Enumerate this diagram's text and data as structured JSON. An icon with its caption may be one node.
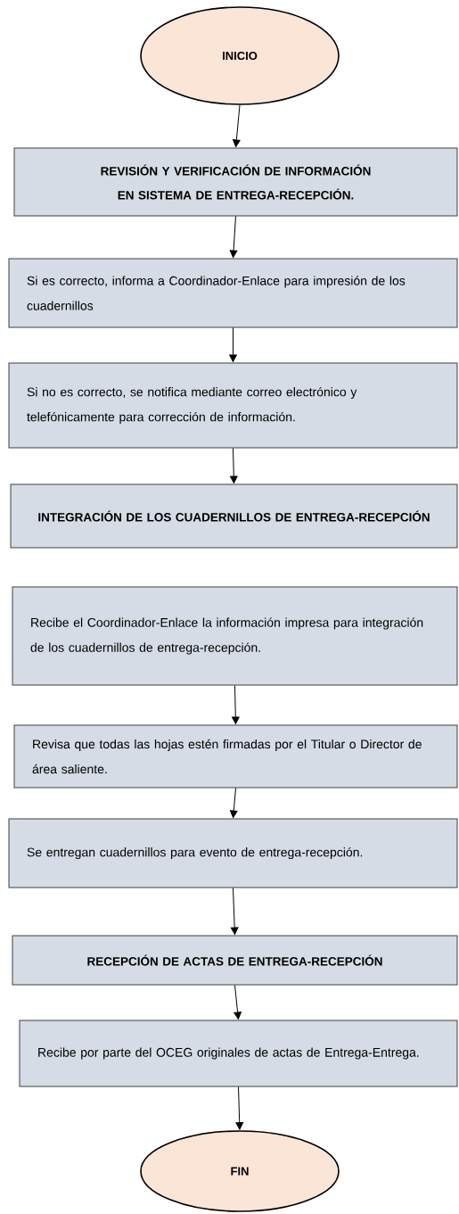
{
  "diagram": {
    "nodes": [
      {
        "text": [
          "INICIO"
        ]
      },
      {
        "text": [
          "REVISIÓN Y VERIFICACIÓN DE INFORMACIÓN EN SISTEMA DE ENTREGA-RECEPCIÓN."
        ]
      },
      {
        "text": [
          "Si es correcto, informa a Coordinador-Enlace para impresión de los cuadernillos"
        ]
      },
      {
        "text": [
          "Si no es correcto, se notifica mediante correo electrónico y telefónicamente para corrección de información."
        ]
      },
      {
        "text": [
          "INTEGRACIÓN DE LOS CUADERNILLOS DE ENTREGA-RECEPCIÓN"
        ]
      },
      {
        "text": [
          "Recibe el Coordinador-Enlace la información impresa para integración de los cuadernillos de entrega-recepción."
        ]
      },
      {
        "text": [
          "Revisa que todas las hojas estén firmadas por el Titular o Director de área saliente."
        ]
      },
      {
        "text": [
          "Se entregan cuadernillos para evento de entrega-recepción."
        ]
      },
      {
        "text": [
          "RECEPCIÓN DE ACTAS DE ENTREGA-RECEPCIÓN"
        ]
      },
      {
        "text": [
          "Recibe por parte del OCEG originales de actas de Entrega-Entrega."
        ]
      },
      {
        "text": [
          "FIN"
        ]
      }
    ],
    "edges": [
      {
        "from": 0,
        "to": 1,
        "arrow": "to"
      },
      {
        "from": 1,
        "to": 2,
        "arrow": "to"
      },
      {
        "from": 2,
        "to": 3,
        "arrow": "to"
      },
      {
        "from": 3,
        "to": 4,
        "arrow": "to"
      },
      {
        "from": 5,
        "to": 6,
        "arrow": "to"
      },
      {
        "from": 6,
        "to": 7,
        "arrow": "to"
      },
      {
        "from": 7,
        "to": 8,
        "arrow": "to"
      },
      {
        "from": 8,
        "to": 9,
        "arrow": "to"
      },
      {
        "from": 9,
        "to": 10,
        "arrow": "to"
      }
    ]
  }
}
